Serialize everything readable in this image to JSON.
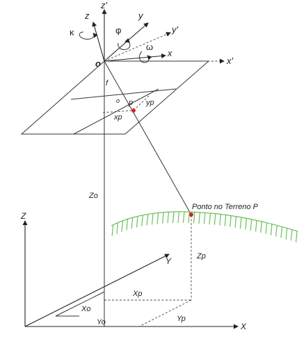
{
  "labels": {
    "z_prime": "z'",
    "z": "z",
    "y": "y",
    "y_prime": "y'",
    "x": "x",
    "x_prime": "x'",
    "kappa": "κ",
    "phi": "φ",
    "omega": "ω",
    "origin": "o",
    "focal": "f",
    "principal_point": "o",
    "p": "p",
    "xp": "xp",
    "yp": "yp",
    "Zo": "Zo",
    "ground_point": "Ponto no Terreno P",
    "Zp": "Zp",
    "Z": "Z",
    "Y": "Y",
    "X": "X",
    "Xp": "Xp",
    "Yp": "Yp",
    "Xo": "Xo",
    "Yo": "Yo"
  },
  "colors": {
    "point": "#e02020",
    "terrain": "#6cbf5a",
    "line": "#333333"
  }
}
